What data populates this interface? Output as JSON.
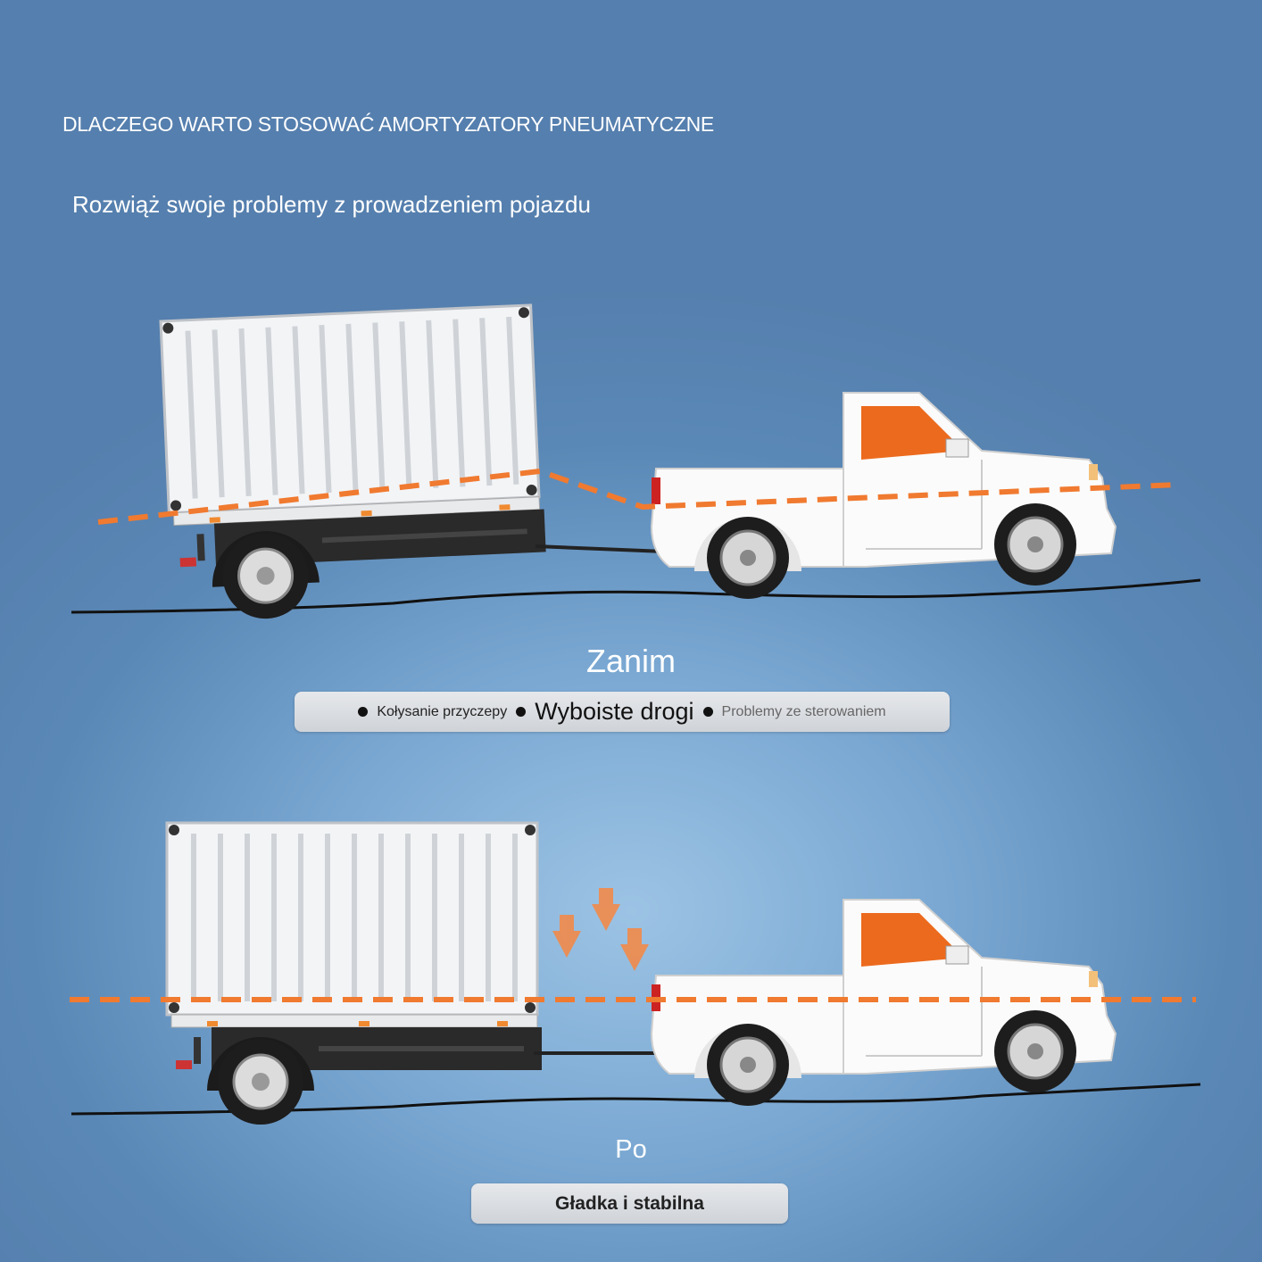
{
  "header": {
    "title": "DLACZEGO WARTO STOSOWAĆ AMORTYZATORY PNEUMATYCZNE",
    "subtitle": "Rozwiąż swoje problemy z prowadzeniem pojazdu"
  },
  "before": {
    "label": "Zanim",
    "problems": [
      "Kołysanie przyczepy",
      "Wyboiste drogi",
      "Problemy ze sterowaniem"
    ]
  },
  "after": {
    "label": "Po",
    "result": "Gładka i stabilna"
  },
  "colors": {
    "accent": "#f07a30",
    "window": "#ec6a1e",
    "road": "#111111"
  }
}
